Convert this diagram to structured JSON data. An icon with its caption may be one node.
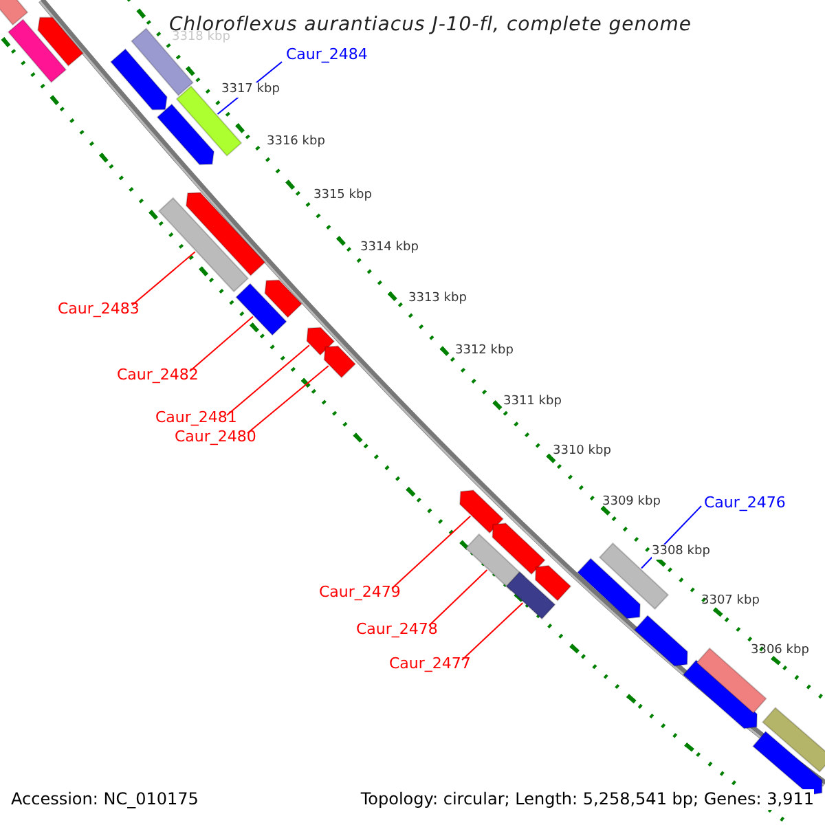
{
  "diagram": {
    "title": "Chloroflexus aurantiacus J-10-fl, complete genome",
    "nodes": [
      {
        "text": [
          "Caur_2484"
        ]
      },
      {
        "text": [],
        "shape": "bar"
      },
      {
        "text": [
          "Caur_2483"
        ]
      },
      {
        "text": [],
        "shape": "bar"
      },
      {
        "text": [
          "Caur_2482"
        ]
      },
      {
        "text": [],
        "shape": "bar"
      },
      {
        "text": [
          "Caur_2481"
        ]
      },
      {
        "text": [],
        "shape": "bar"
      },
      {
        "text": [
          "Caur_2480"
        ]
      },
      {
        "text": [],
        "shape": "bar"
      },
      {
        "text": [
          "Caur_2479"
        ]
      },
      {
        "text": [],
        "shape": "bar"
      },
      {
        "text": [
          "Caur_2478"
        ]
      },
      {
        "text": [],
        "shape": "bar"
      },
      {
        "text": [
          "Caur_2477"
        ]
      },
      {
        "text": [],
        "shape": "bar"
      },
      {
        "text": [
          "Caur_2476"
        ]
      },
      {
        "text": [],
        "shape": "bar"
      },
      {
        "text": [],
        "shape": "bar"
      },
      {
        "text": [],
        "shape": "bar"
      },
      {
        "text": [],
        "shape": "bar"
      },
      {
        "text": [],
        "shape": "bar"
      },
      {
        "text": [],
        "shape": "bar"
      },
      {
        "text": [],
        "shape": "bar"
      },
      {
        "text": [],
        "shape": "bar"
      },
      {
        "text": [],
        "shape": "bar"
      },
      {
        "text": [],
        "shape": "bar"
      },
      {
        "text": [],
        "shape": "bar"
      },
      {
        "text": [],
        "shape": "bar"
      },
      {
        "text": [],
        "shape": "bar"
      },
      {
        "text": [],
        "shape": "bar"
      },
      {
        "text": [],
        "shape": "bar"
      },
      {
        "text": [],
        "shape": "bar"
      },
      {
        "text": [],
        "shape": "bar"
      }
    ],
    "edges": [
      {
        "from": 0,
        "to": 1,
        "arrow": "none",
        "color": "#0000ff"
      },
      {
        "from": 2,
        "to": 3,
        "arrow": "none"
      },
      {
        "from": 4,
        "to": 5,
        "arrow": "none"
      },
      {
        "from": 6,
        "to": 7,
        "arrow": "none"
      },
      {
        "from": 8,
        "to": 9,
        "arrow": "none"
      },
      {
        "from": 10,
        "to": 11,
        "arrow": "none"
      },
      {
        "from": 12,
        "to": 13,
        "arrow": "none"
      },
      {
        "from": 14,
        "to": 15,
        "arrow": "none"
      },
      {
        "from": 16,
        "to": 17,
        "arrow": "none",
        "color": "#0000ff"
      }
    ],
    "labels": [
      "3318 kbp",
      "3317 kbp",
      "3316 kbp",
      "3315 kbp",
      "3314 kbp",
      "3313 kbp",
      "3312 kbp",
      "3311 kbp",
      "3310 kbp",
      "3309 kbp",
      "3308 kbp",
      "3307 kbp",
      "3306 kbp",
      "Accession: NC_010175",
      "Topology: circular; Length: 5,258,541 bp; Genes: 3,911"
    ]
  }
}
